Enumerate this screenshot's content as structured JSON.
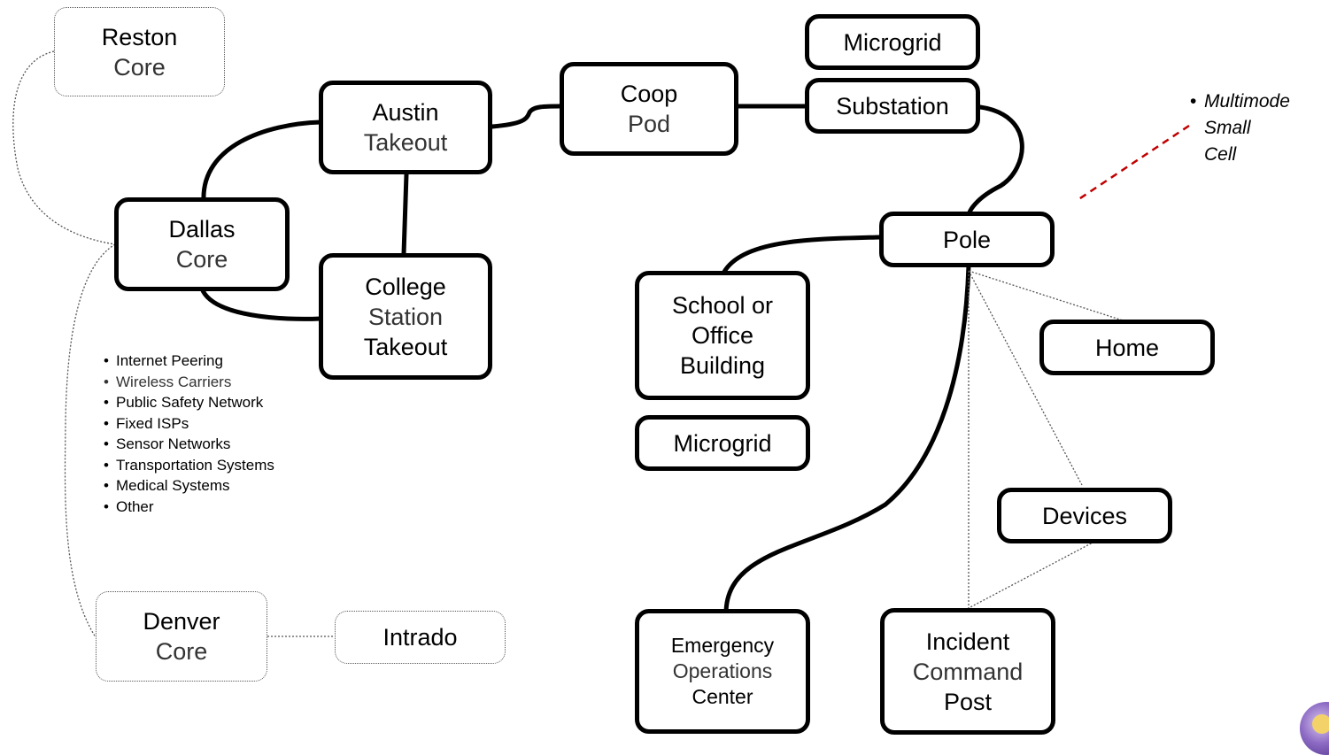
{
  "nodes": {
    "reston": [
      "Reston",
      "Core"
    ],
    "austin": [
      "Austin",
      "Takeout"
    ],
    "dallas": [
      "Dallas",
      "Core"
    ],
    "college": [
      "College",
      "Station",
      "Takeout"
    ],
    "coop": [
      "Coop",
      "Pod"
    ],
    "microgrid_top": [
      "Microgrid"
    ],
    "substation": [
      "Substation"
    ],
    "pole": [
      "Pole"
    ],
    "school": [
      "School or",
      "Office",
      "Building"
    ],
    "microgrid_mid": [
      "Microgrid"
    ],
    "home": [
      "Home"
    ],
    "devices": [
      "Devices"
    ],
    "denver": [
      "Denver",
      "Core"
    ],
    "intrado": [
      "Intrado"
    ],
    "eoc": [
      "Emergency",
      "Operations",
      "Center"
    ],
    "icp": [
      "Incident",
      "Command",
      "Post"
    ]
  },
  "interconnects": [
    "Internet Peering",
    "Wireless Carriers",
    "Public Safety Network",
    "Fixed ISPs",
    "Sensor Networks",
    "Transportation Systems",
    "Medical Systems",
    "Other"
  ],
  "small_cell_note": [
    "Multimode",
    "Small",
    "Cell"
  ],
  "colors": {
    "solid_link": "#000000",
    "dotted_link": "#555555",
    "small_cell_link": "#c00000"
  }
}
